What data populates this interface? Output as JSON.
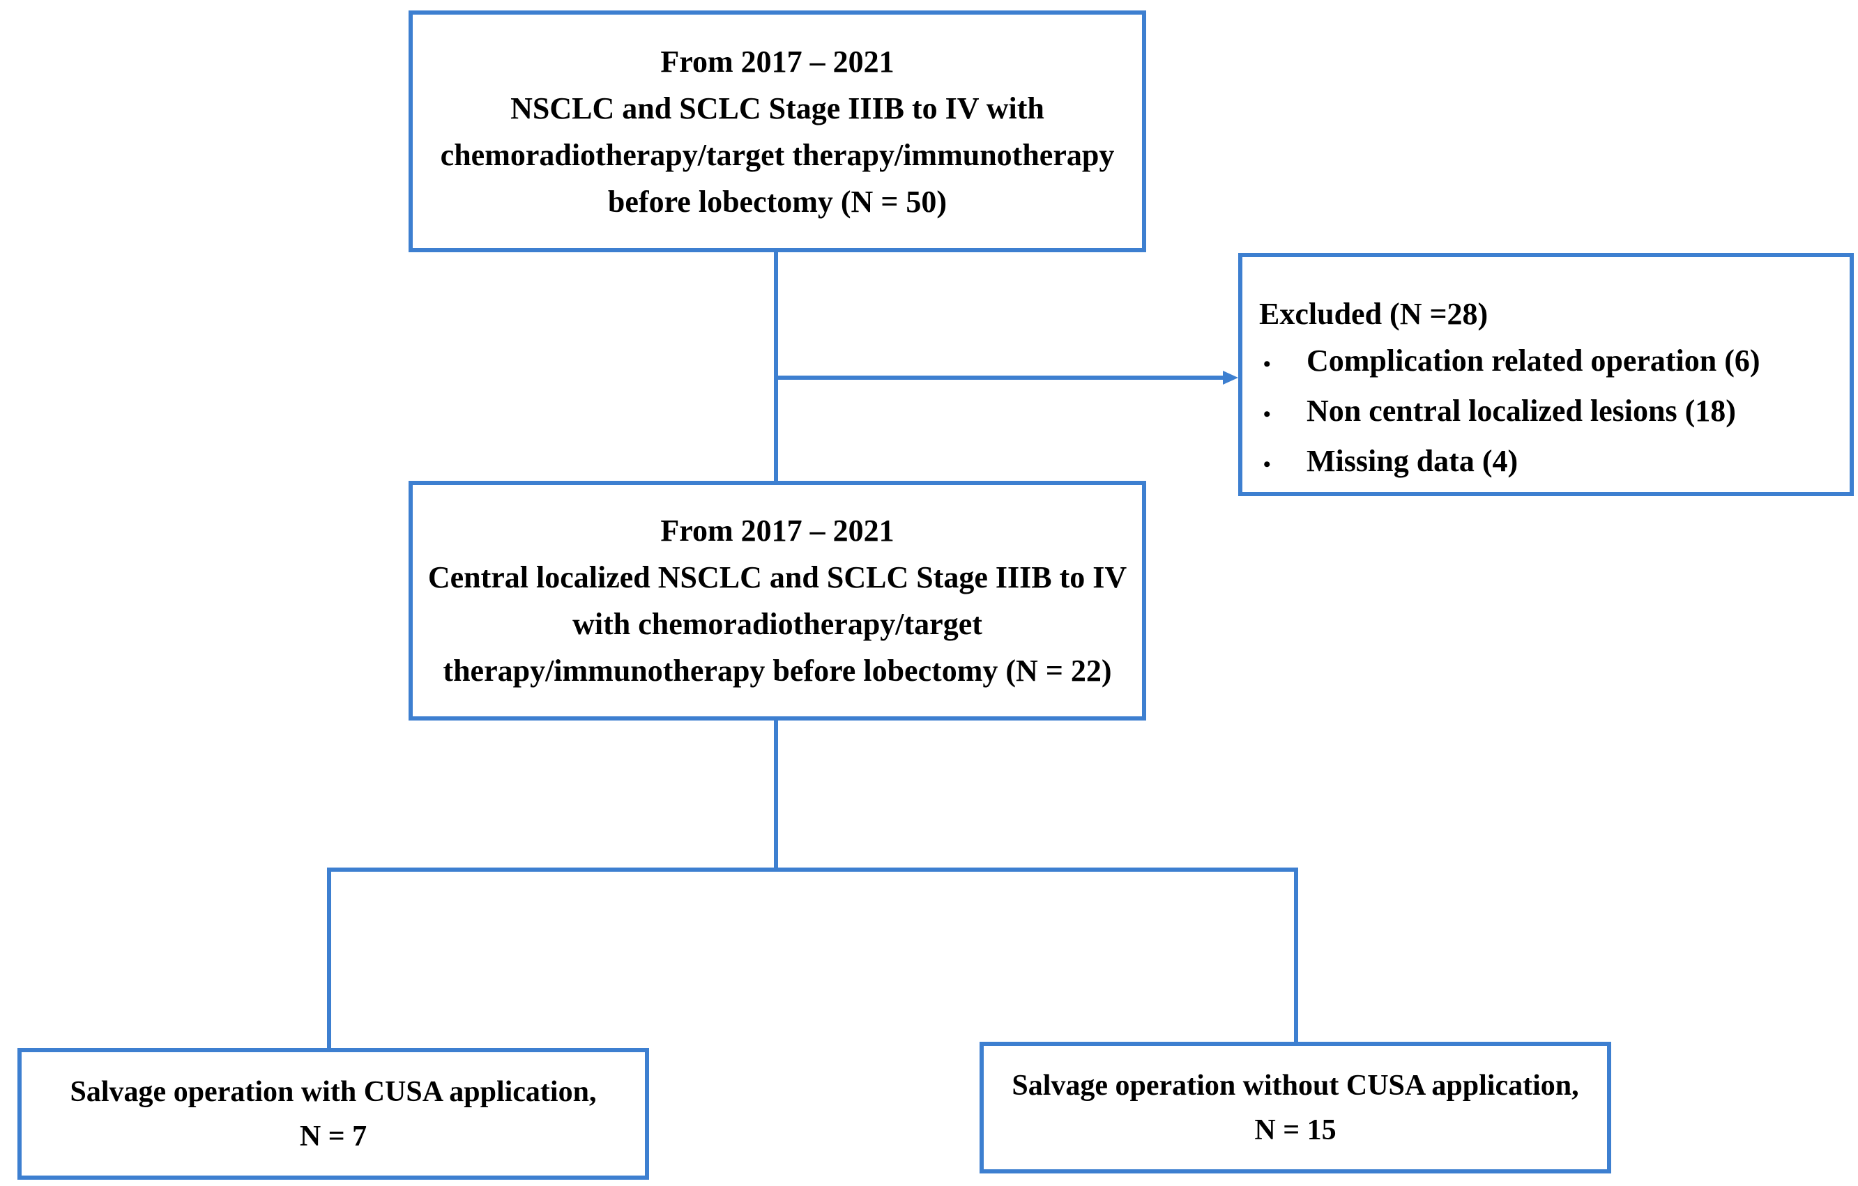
{
  "top_box": {
    "lines": [
      "From 2017 – 2021",
      "NSCLC and SCLC Stage IIIB to IV with",
      "chemoradiotherapy/target therapy/immunotherapy",
      "before lobectomy (N = 50)"
    ]
  },
  "excluded_box": {
    "title": "Excluded (N =28)",
    "items": [
      "Complication related operation (6)",
      "Non central localized lesions (18)",
      "Missing data (4)"
    ],
    "bullet": "•"
  },
  "middle_box": {
    "lines": [
      "From 2017 – 2021",
      "Central localized NSCLC and SCLC Stage IIIB  to IV",
      "with chemoradiotherapy/target",
      "therapy/immunotherapy  before lobectomy (N = 22)"
    ]
  },
  "left_box": {
    "lines": [
      "Salvage operation with CUSA application,",
      "N = 7"
    ]
  },
  "right_box": {
    "lines": [
      "Salvage operation without CUSA application,",
      "N = 15"
    ]
  },
  "colors": {
    "border": "#3d7fd0",
    "text": "#000000",
    "background": "#ffffff"
  }
}
